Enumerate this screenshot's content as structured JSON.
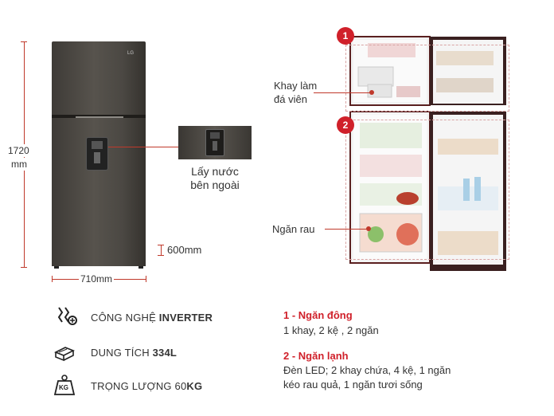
{
  "dimensions": {
    "height_value": "1720",
    "height_unit": "mm",
    "width_label": "710mm",
    "depth_label": "600mm"
  },
  "product": {
    "logo": "LG"
  },
  "dispenser": {
    "caption_line1": "Lấy nước",
    "caption_line2": "bên ngoài"
  },
  "interior": {
    "badge_1": "1",
    "badge_2": "2",
    "ice_tray_line1": "Khay làm",
    "ice_tray_line2": "đá viên",
    "crisper": "Ngăn rau"
  },
  "features": [
    {
      "icon": "inverter-icon",
      "text_plain": "CÔNG NGHỆ ",
      "text_bold": "INVERTER"
    },
    {
      "icon": "capacity-icon",
      "text_plain": "DUNG TÍCH ",
      "text_bold": "334L"
    },
    {
      "icon": "weight-icon",
      "text_plain": "TRỌNG LƯỢNG 60",
      "text_bold": "KG",
      "icon_text": "KG"
    }
  ],
  "specs": [
    {
      "title": "1 - Ngăn đông",
      "body": [
        "1 khay, 2 kệ , 2 ngăn"
      ]
    },
    {
      "title": "2 - Ngăn lạnh",
      "body": [
        "Đèn LED; 2 khay chứa, 4 kệ, 1 ngăn",
        "kéo rau quả, 1 ngăn tươi sống"
      ]
    }
  ],
  "colors": {
    "accent": "#d0202a",
    "fridge_body": "#4b4843"
  }
}
